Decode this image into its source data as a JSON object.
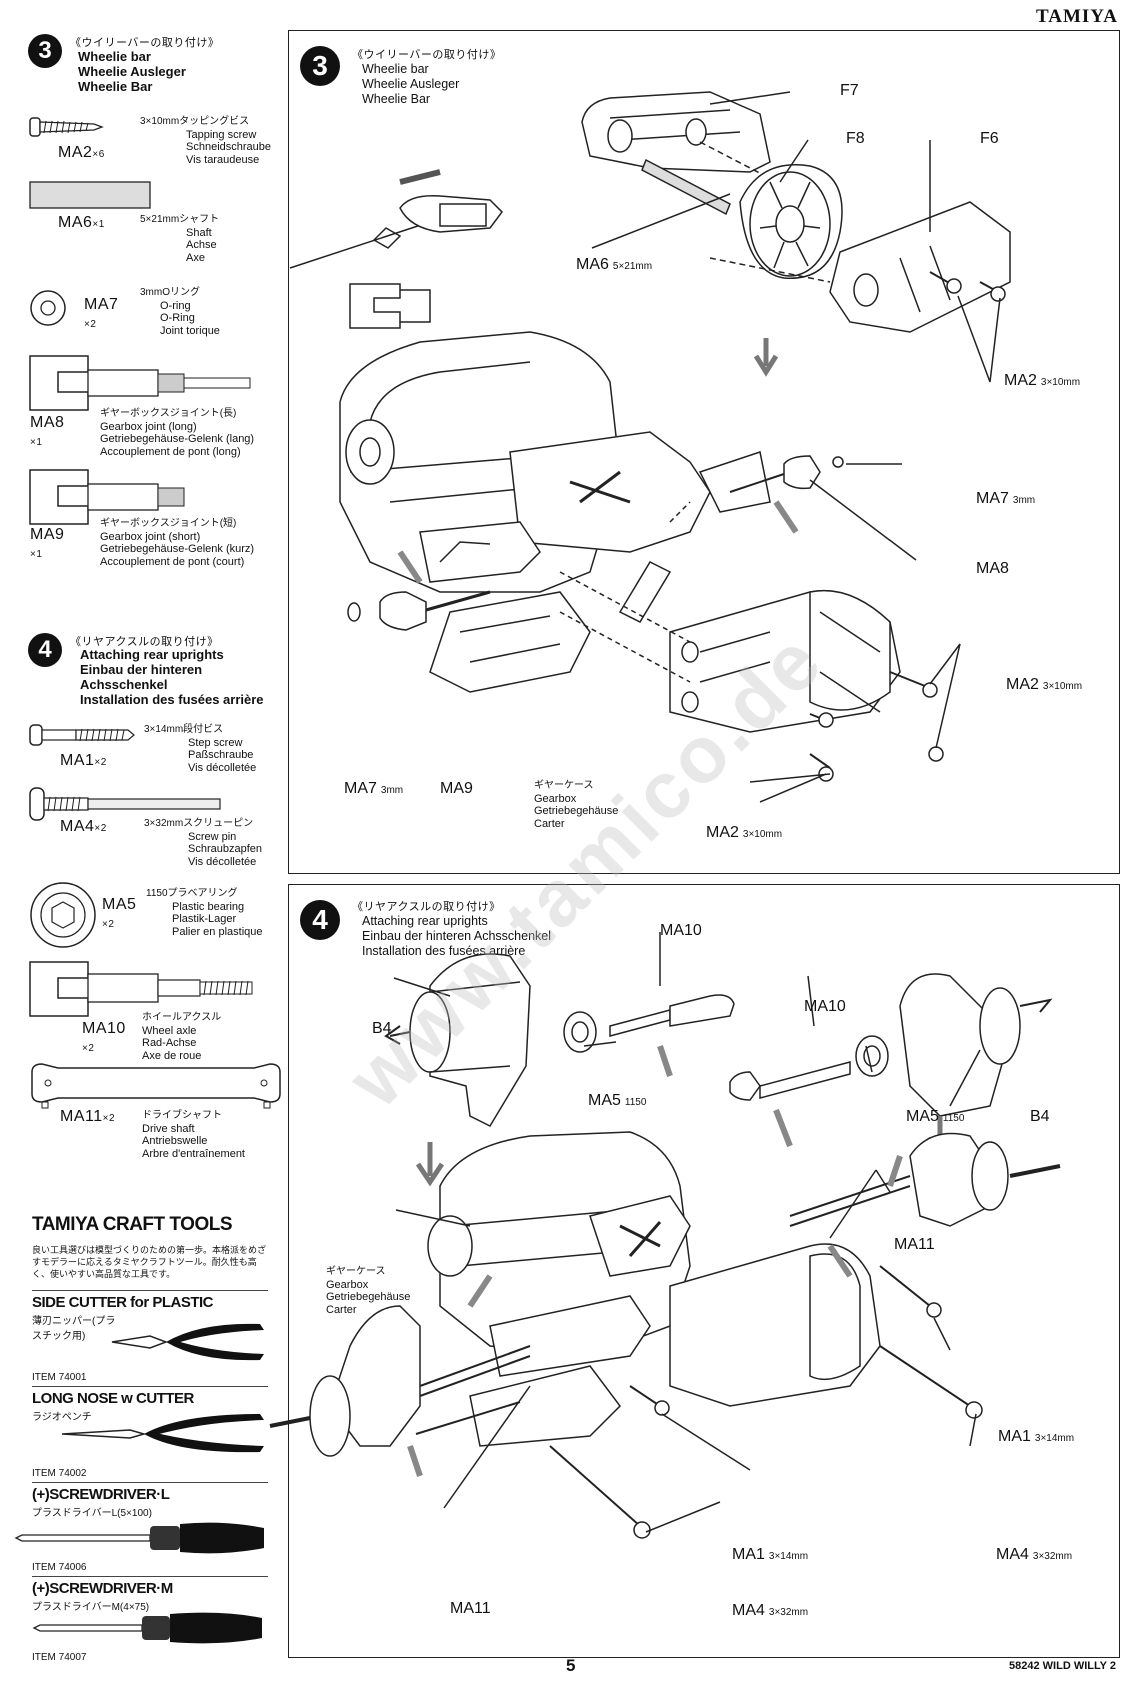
{
  "brand": "TAMIYA",
  "sidebar": {
    "step3": {
      "num": "3",
      "jp": "《ウイリーバーの取り付け》",
      "en": "Wheelie bar",
      "de": "Wheelie Ausleger",
      "fr": "Wheelie Bar",
      "parts": [
        {
          "code": "MA2",
          "qty": "×6",
          "jp": "3×10mmタッピングビス",
          "en": "Tapping screw",
          "de": "Schneidschraube",
          "fr": "Vis taraudeuse"
        },
        {
          "code": "MA6",
          "qty": "×1",
          "jp": "5×21mmシャフト",
          "en": "Shaft",
          "de": "Achse",
          "fr": "Axe"
        },
        {
          "code": "MA7",
          "qty": "×2",
          "jp": "3mmOリング",
          "en": "O-ring",
          "de": "O-Ring",
          "fr": "Joint torique"
        },
        {
          "code": "MA8",
          "qty": "×1",
          "jp": "ギヤーボックスジョイント(長)",
          "en": "Gearbox joint (long)",
          "de": "Getriebegehäuse-Gelenk (lang)",
          "fr": "Accouplement de pont (long)"
        },
        {
          "code": "MA9",
          "qty": "×1",
          "jp": "ギヤーボックスジョイント(短)",
          "en": "Gearbox joint (short)",
          "de": "Getriebegehäuse-Gelenk (kurz)",
          "fr": "Accouplement de pont (court)"
        }
      ]
    },
    "step4": {
      "num": "4",
      "jp": "《リヤアクスルの取り付け》",
      "en": "Attaching rear uprights",
      "de1": "Einbau der hinteren",
      "de2": "Achsschenkel",
      "fr": "Installation des fusées arrière",
      "parts": [
        {
          "code": "MA1",
          "qty": "×2",
          "jp": "3×14mm段付ビス",
          "en": "Step screw",
          "de": "Paßschraube",
          "fr": "Vis décolletée"
        },
        {
          "code": "MA4",
          "qty": "×2",
          "jp": "3×32mmスクリューピン",
          "en": "Screw pin",
          "de": "Schraubzapfen",
          "fr": "Vis décolletée"
        },
        {
          "code": "MA5",
          "qty": "×2",
          "jp": "1150プラベアリング",
          "en": "Plastic bearing",
          "de": "Plastik-Lager",
          "fr": "Palier en plastique"
        },
        {
          "code": "MA10",
          "qty": "×2",
          "jp": "ホイールアクスル",
          "en": "Wheel axle",
          "de": "Rad-Achse",
          "fr": "Axe de roue"
        },
        {
          "code": "MA11",
          "qty": "×2",
          "jp": "ドライブシャフト",
          "en": "Drive shaft",
          "de": "Antriebswelle",
          "fr": "Arbre d'entraînement"
        }
      ]
    }
  },
  "craft": {
    "title": "TAMIYA CRAFT TOOLS",
    "desc": "良い工具選びは模型づくりのための第一歩。本格派をめざすモデラーに応えるタミヤクラフトツール。耐久性も高く、使いやすい高品質な工具です。",
    "tools": [
      {
        "name": "SIDE CUTTER for PLASTIC",
        "jp": "薄刃ニッパー(プラスチック用)",
        "item": "ITEM 74001"
      },
      {
        "name": "LONG NOSE w CUTTER",
        "jp": "ラジオペンチ",
        "item": "ITEM 74002"
      },
      {
        "name": "(+)SCREWDRIVER·L",
        "jp": "プラスドライバーL(5×100)",
        "item": "ITEM 74006"
      },
      {
        "name": "(+)SCREWDRIVER·M",
        "jp": "プラスドライバーM(4×75)",
        "item": "ITEM 74007"
      }
    ]
  },
  "panel3": {
    "num": "3",
    "jp": "《ウイリーバーの取り付け》",
    "en": "Wheelie bar",
    "de": "Wheelie Ausleger",
    "fr": "Wheelie Bar",
    "labels": {
      "f7": "F7",
      "f8": "F8",
      "f6": "F6",
      "ma6": "MA6",
      "ma6_s": "5×21mm",
      "ma2a": "MA2",
      "ma2a_s": "3×10mm",
      "ma7a": "MA7",
      "ma7a_s": "3mm",
      "ma8": "MA8",
      "ma2b": "MA2",
      "ma2b_s": "3×10mm",
      "ma7b": "MA7",
      "ma7b_s": "3mm",
      "ma9": "MA9",
      "ma2c": "MA2",
      "ma2c_s": "3×10mm",
      "gb_jp": "ギヤーケース",
      "gb_en": "Gearbox",
      "gb_de": "Getriebegehäuse",
      "gb_fr": "Carter"
    }
  },
  "panel4": {
    "num": "4",
    "jp": "《リヤアクスルの取り付け》",
    "en": "Attaching rear uprights",
    "de": "Einbau der hinteren Achsschenkel",
    "fr": "Installation des fusées arrière",
    "labels": {
      "ma10a": "MA10",
      "ma10b": "MA10",
      "b4a": "B4",
      "b4b": "B4",
      "ma5a": "MA5",
      "ma5a_s": "1150",
      "ma5b": "MA5",
      "ma5b_s": "1150",
      "gb_jp": "ギヤーケース",
      "gb_en": "Gearbox",
      "gb_de": "Getriebegehäuse",
      "gb_fr": "Carter",
      "ma11a": "MA11",
      "ma11b": "MA11",
      "ma1a": "MA1",
      "ma1a_s": "3×14mm",
      "ma1b": "MA1",
      "ma1b_s": "3×14mm",
      "ma4a": "MA4",
      "ma4a_s": "3×32mm",
      "ma4b": "MA4",
      "ma4b_s": "3×32mm"
    }
  },
  "watermark": "www.tamico.de",
  "page_number": "5",
  "footer": "58242 WILD WILLY 2"
}
